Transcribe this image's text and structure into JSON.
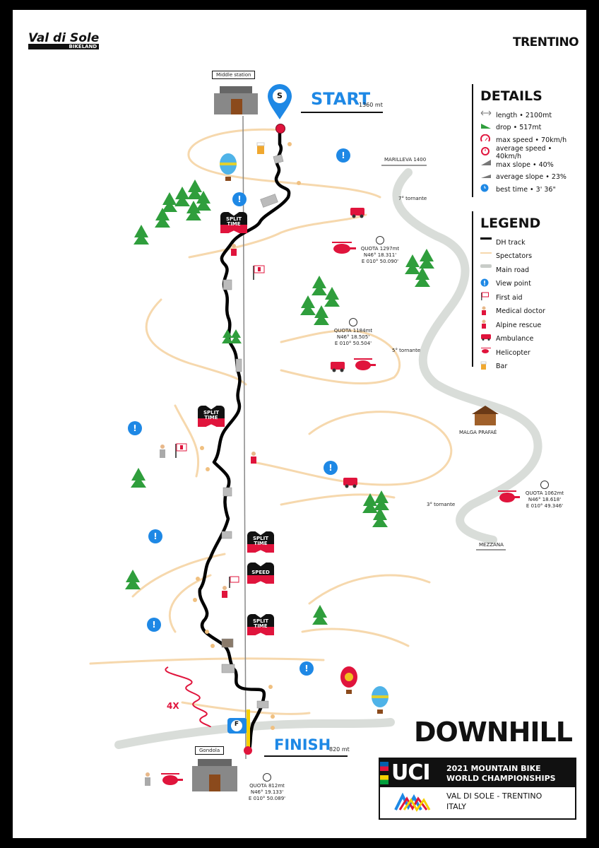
{
  "brand": {
    "left_logo_top": "Val di Sole",
    "left_logo_bottom": "BIKELAND",
    "right_logo": "TRENTINO"
  },
  "stations": {
    "top": "Middle station",
    "bottom": "Gondola"
  },
  "start": {
    "label": "START",
    "altitude": "1360 mt",
    "pin_letter": "S"
  },
  "finish": {
    "label": "FINISH",
    "altitude": "820 mt",
    "pin_letter": "F"
  },
  "details": {
    "title": "DETAILS",
    "items": [
      {
        "icon": "length-arrow-icon",
        "text": "length • 2100mt"
      },
      {
        "icon": "drop-icon",
        "text": "drop • 517mt"
      },
      {
        "icon": "max-speed-gauge-icon",
        "text": "max speed • 70km/h"
      },
      {
        "icon": "average-speed-gauge-icon",
        "text": "average speed • 40km/h"
      },
      {
        "icon": "max-slope-icon",
        "text": "max slope • 40%"
      },
      {
        "icon": "average-slope-icon",
        "text": "average slope • 23%"
      },
      {
        "icon": "clock-icon",
        "text": "best time • 3' 36\""
      }
    ]
  },
  "legend": {
    "title": "LEGEND",
    "items": [
      {
        "icon": "dh-track-icon",
        "text": "DH track"
      },
      {
        "icon": "spectators-icon",
        "text": "Spectators"
      },
      {
        "icon": "main-road-icon",
        "text": "Main road"
      },
      {
        "icon": "view-point-icon",
        "text": "View point"
      },
      {
        "icon": "first-aid-icon",
        "text": "First aid"
      },
      {
        "icon": "medical-doctor-icon",
        "text": "Medical doctor"
      },
      {
        "icon": "alpine-rescue-icon",
        "text": "Alpine rescue"
      },
      {
        "icon": "ambulance-icon",
        "text": "Ambulance"
      },
      {
        "icon": "helicopter-icon",
        "text": "Helicopter"
      },
      {
        "icon": "bar-icon",
        "text": "Bar"
      }
    ]
  },
  "road_labels": {
    "marilleva": "MARILLEVA 1400",
    "mezzana": "MEZZANA"
  },
  "tornanti": {
    "t7": "7° tornante",
    "t5": "5° tornante",
    "t3": "3° tornante"
  },
  "coordinates": {
    "c1": {
      "q": "QUOTA 1297mt",
      "n": "N46° 18.311'",
      "e": "E 010° 50.090'"
    },
    "c2": {
      "q": "QUOTA 1184mt",
      "n": "N46° 18.505'",
      "e": "E 010° 50.504'"
    },
    "c3": {
      "q": "QUOTA 1062mt",
      "n": "N46° 18.618'",
      "e": "E 010° 49.346'"
    },
    "c4": {
      "q": "QUOTA 812mt",
      "n": "N46° 19.133'",
      "e": "E 010° 50.089'"
    }
  },
  "malga": "MALGA PRAFAÉ",
  "badges": {
    "split": [
      "SPLIT",
      "TIME"
    ],
    "speed": "SPEED"
  },
  "four_x": "4X",
  "title": "DOWNHILL",
  "uci": {
    "logo": "UCI",
    "line1": "2021 MOUNTAIN BIKE",
    "line2": "WORLD CHAMPIONSHIPS",
    "line3": "VAL DI SOLE - TRENTINO",
    "line4": "ITALY"
  },
  "colors": {
    "track": "#000000",
    "spectators": "#f6d8ad",
    "road": "#d8dcd8",
    "pin_blue": "#1e88e5",
    "red": "#e0143c",
    "tree": "#2f9e3c"
  }
}
